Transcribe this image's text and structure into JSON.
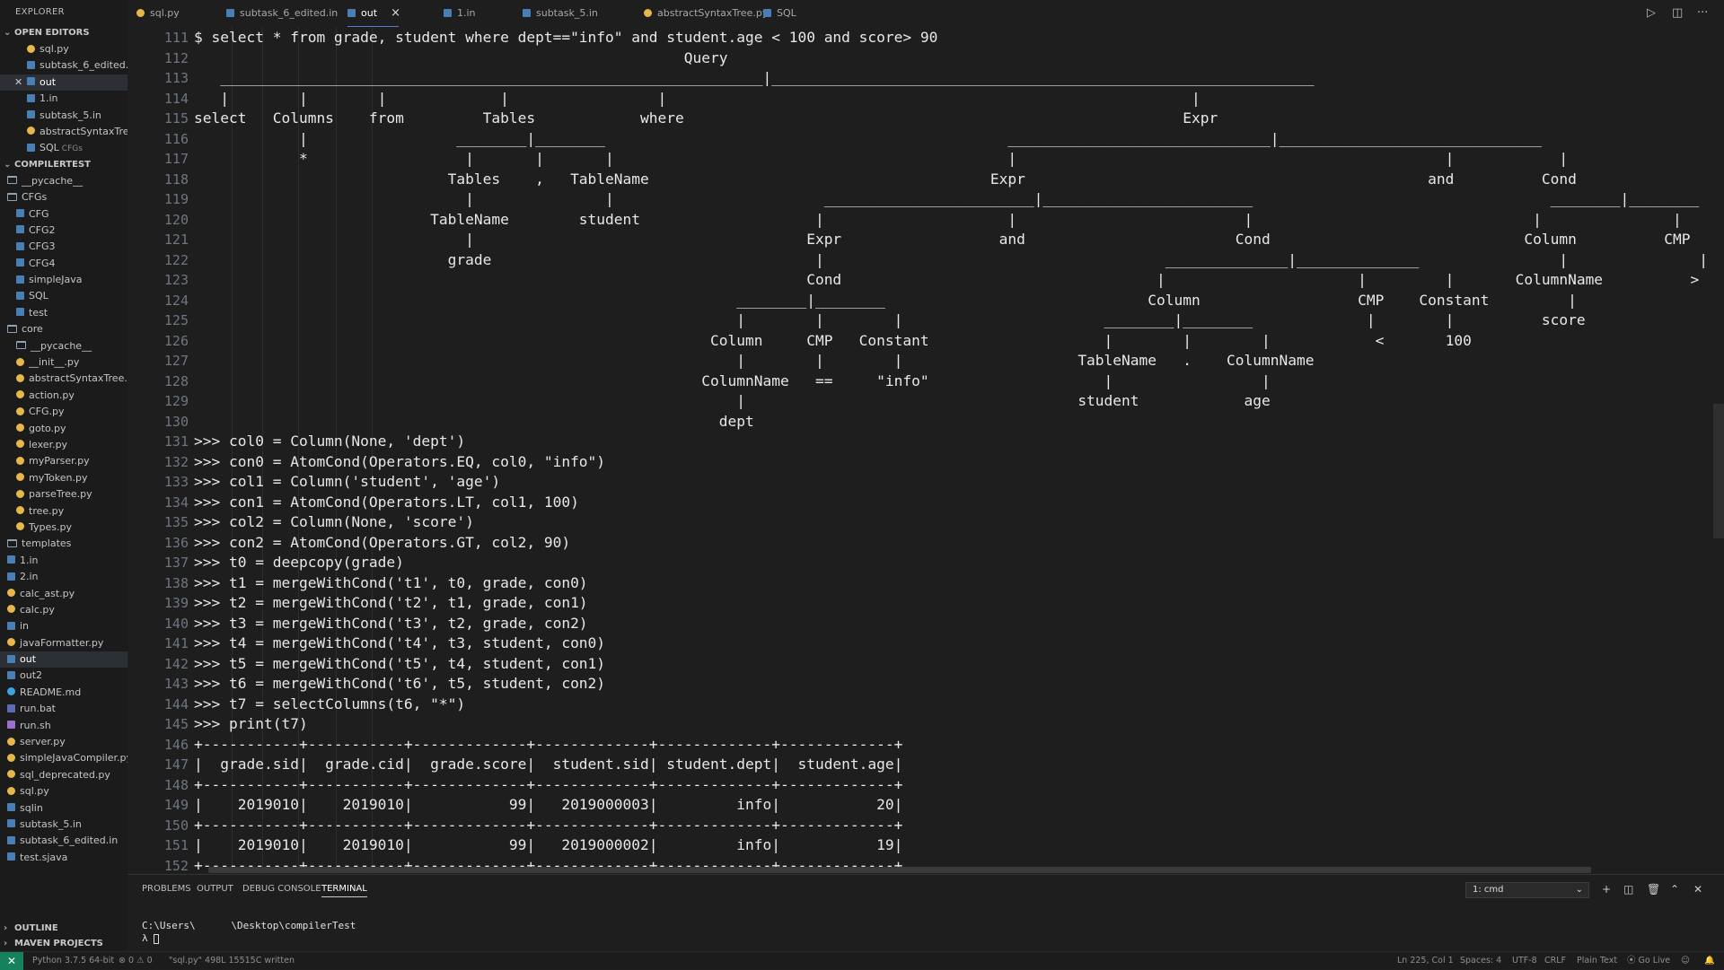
{
  "explorer": {
    "title": "EXPLORER",
    "open_editors_header": "OPEN EDITORS",
    "open_editors": [
      {
        "label": "sql.py",
        "icon": "python-file-icon",
        "sub": ""
      },
      {
        "label": "subtask_6_edited.in",
        "icon": "file-icon",
        "sub": ""
      },
      {
        "label": "out",
        "icon": "file-icon",
        "sub": "",
        "selected": true
      },
      {
        "label": "1.in",
        "icon": "file-icon",
        "sub": ""
      },
      {
        "label": "subtask_5.in",
        "icon": "file-icon",
        "sub": ""
      },
      {
        "label": "abstractSyntaxTre...",
        "icon": "python-file-icon",
        "sub": ""
      },
      {
        "label": "SQL",
        "icon": "file-icon",
        "sub": "CFGs"
      }
    ],
    "project_header": "COMPILERTEST",
    "tree": [
      {
        "label": "__pycache__",
        "type": "folder",
        "depth": 0
      },
      {
        "label": "CFGs",
        "type": "folder",
        "depth": 0
      },
      {
        "label": "CFG",
        "type": "file",
        "depth": 1
      },
      {
        "label": "CFG2",
        "type": "file",
        "depth": 1
      },
      {
        "label": "CFG3",
        "type": "file",
        "depth": 1
      },
      {
        "label": "CFG4",
        "type": "file",
        "depth": 1
      },
      {
        "label": "simpleJava",
        "type": "file",
        "depth": 1
      },
      {
        "label": "SQL",
        "type": "file",
        "depth": 1
      },
      {
        "label": "test",
        "type": "file",
        "depth": 1
      },
      {
        "label": "core",
        "type": "folder",
        "depth": 0
      },
      {
        "label": "__pycache__",
        "type": "folder",
        "depth": 1
      },
      {
        "label": "__init__.py",
        "type": "py",
        "depth": 1
      },
      {
        "label": "abstractSyntaxTree.py",
        "type": "py",
        "depth": 1
      },
      {
        "label": "action.py",
        "type": "py",
        "depth": 1
      },
      {
        "label": "CFG.py",
        "type": "py",
        "depth": 1
      },
      {
        "label": "goto.py",
        "type": "py",
        "depth": 1
      },
      {
        "label": "lexer.py",
        "type": "py",
        "depth": 1
      },
      {
        "label": "myParser.py",
        "type": "py",
        "depth": 1
      },
      {
        "label": "myToken.py",
        "type": "py",
        "depth": 1
      },
      {
        "label": "parseTree.py",
        "type": "py",
        "depth": 1
      },
      {
        "label": "tree.py",
        "type": "py",
        "depth": 1
      },
      {
        "label": "Types.py",
        "type": "py",
        "depth": 1
      },
      {
        "label": "templates",
        "type": "folder",
        "depth": 0
      },
      {
        "label": "1.in",
        "type": "file",
        "depth": 0
      },
      {
        "label": "2.in",
        "type": "file",
        "depth": 0
      },
      {
        "label": "calc_ast.py",
        "type": "py",
        "depth": 0
      },
      {
        "label": "calc.py",
        "type": "py",
        "depth": 0
      },
      {
        "label": "in",
        "type": "file",
        "depth": 0
      },
      {
        "label": "javaFormatter.py",
        "type": "py",
        "depth": 0
      },
      {
        "label": "out",
        "type": "file",
        "depth": 0,
        "selected": true
      },
      {
        "label": "out2",
        "type": "file",
        "depth": 0
      },
      {
        "label": "README.md",
        "type": "md",
        "depth": 0
      },
      {
        "label": "run.bat",
        "type": "bat",
        "depth": 0
      },
      {
        "label": "run.sh",
        "type": "sh",
        "depth": 0
      },
      {
        "label": "server.py",
        "type": "py",
        "depth": 0
      },
      {
        "label": "simpleJavaCompiler.py",
        "type": "py",
        "depth": 0
      },
      {
        "label": "sql_deprecated.py",
        "type": "py",
        "depth": 0
      },
      {
        "label": "sql.py",
        "type": "py",
        "depth": 0
      },
      {
        "label": "sqlin",
        "type": "file",
        "depth": 0
      },
      {
        "label": "subtask_5.in",
        "type": "file",
        "depth": 0
      },
      {
        "label": "subtask_6_edited.in",
        "type": "file",
        "depth": 0
      },
      {
        "label": "test.sjava",
        "type": "file",
        "depth": 0
      }
    ],
    "outline_header": "OUTLINE",
    "maven_header": "MAVEN PROJECTS"
  },
  "tabs": [
    {
      "label": "sql.py",
      "icon": "python-file-icon"
    },
    {
      "label": "subtask_6_edited.in",
      "icon": "file-icon"
    },
    {
      "label": "out",
      "icon": "file-icon",
      "active": true
    },
    {
      "label": "1.in",
      "icon": "file-icon"
    },
    {
      "label": "subtask_5.in",
      "icon": "file-icon"
    },
    {
      "label": "abstractSyntaxTree.py",
      "icon": "python-file-icon"
    },
    {
      "label": "SQL",
      "icon": "file-icon"
    }
  ],
  "editor": {
    "first_line_number": 111,
    "lines": [
      "$ select * from grade, student where dept==\"info\" and student.age < 100 and score> 90",
      "                                                        Query",
      "   ______________________________________________________________|______________________________________________________________",
      "   |        |        |             |                 |                                                            |",
      "select   Columns    from         Tables            where                                                         Expr",
      "            |                 ________|________                                              ______________________________|______________________________",
      "            *                  |       |       |                                             |                                                 |            |",
      "                             Tables    ,   TableName                                       Expr                                              and          Cond",
      "                               |               |                        ________________________|________________________                                  ________|________",
      "                           TableName        student                    |                     |                          |                                |               |",
      "                               |                                      Expr                  and                        Cond                             Column          CMP",
      "                             grade                                     |                                       ______________|______________                |               |",
      "                                                                      Cond                                    |                      |         |       ColumnName          >",
      "                                                              ________|________                              Column                  CMP    Constant         |",
      "                                                              |        |        |                       ________|________             |        |          score",
      "                                                           Column     CMP   Constant                    |        |        |            <       100",
      "                                                              |        |        |                    TableName   .    ColumnName",
      "                                                          ColumnName   ==     \"info\"                    |                 |",
      "                                                              |                                      student            age",
      "                                                            dept",
      ">>> col0 = Column(None, 'dept')",
      ">>> con0 = AtomCond(Operators.EQ, col0, \"info\")",
      ">>> col1 = Column('student', 'age')",
      ">>> con1 = AtomCond(Operators.LT, col1, 100)",
      ">>> col2 = Column(None, 'score')",
      ">>> con2 = AtomCond(Operators.GT, col2, 90)",
      ">>> t0 = deepcopy(grade)",
      ">>> t1 = mergeWithCond('t1', t0, grade, con0)",
      ">>> t2 = mergeWithCond('t2', t1, grade, con1)",
      ">>> t3 = mergeWithCond('t3', t2, grade, con2)",
      ">>> t4 = mergeWithCond('t4', t3, student, con0)",
      ">>> t5 = mergeWithCond('t5', t4, student, con1)",
      ">>> t6 = mergeWithCond('t6', t5, student, con2)",
      ">>> t7 = selectColumns(t6, \"*\")",
      ">>> print(t7)",
      "+-----------+-----------+-------------+-------------+-------------+-------------+",
      "|  grade.sid|  grade.cid|  grade.score|  student.sid| student.dept|  student.age|",
      "+-----------+-----------+-------------+-------------+-------------+-------------+",
      "|    2019010|    2019010|           99|   2019000003|         info|           20|",
      "+-----------+-----------+-------------+-------------+-------------+-------------+",
      "|    2019010|    2019010|           99|   2019000002|         info|           19|",
      "+-----------+-----------+-------------+-------------+-------------+-------------+"
    ]
  },
  "panel": {
    "tabs": [
      "PROBLEMS",
      "OUTPUT",
      "DEBUG CONSOLE",
      "TERMINAL"
    ],
    "active_tab": "TERMINAL",
    "terminal_select": "1: cmd",
    "terminal_lines": [
      "C:\\Users\\      \\Desktop\\compilerTest",
      "λ "
    ]
  },
  "status": {
    "interpreter": "Python 3.7.5 64-bit",
    "problems": "⊗ 0 ⚠ 0",
    "message": "\"sql.py\" 498L 15515C written",
    "position": "Ln 225, Col 1",
    "spaces": "Spaces: 4",
    "encoding": "UTF-8",
    "eol": "CRLF",
    "language": "Plain Text",
    "golive": "Go Live"
  }
}
